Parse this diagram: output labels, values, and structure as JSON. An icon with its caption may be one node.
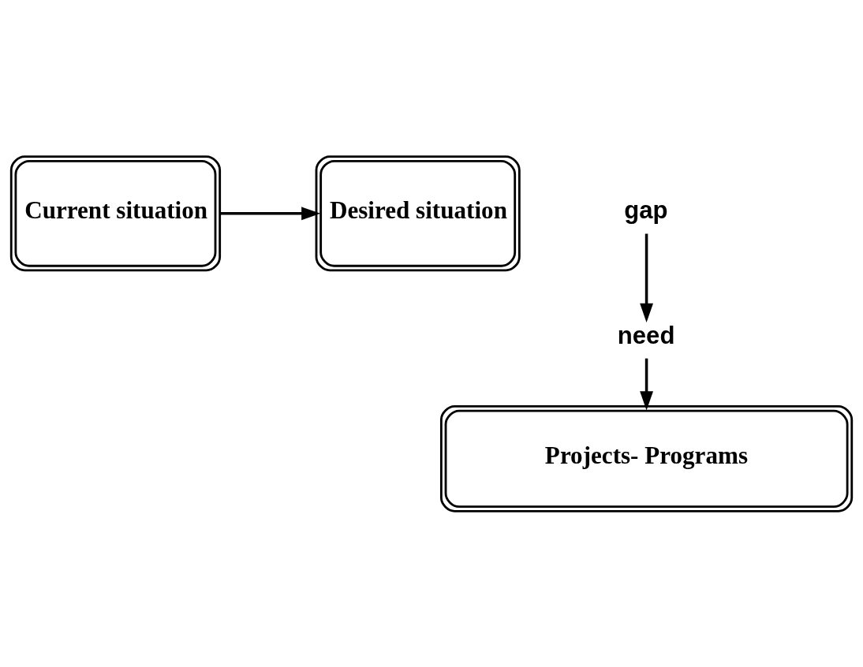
{
  "diagram": {
    "nodes": [
      {
        "text": [
          "Desired situation"
        ]
      },
      {
        "text": [
          "Current situation"
        ]
      },
      {
        "text": [
          "gap"
        ]
      },
      {
        "text": [
          "need"
        ]
      },
      {
        "text": [
          "Projects- Programs"
        ]
      }
    ],
    "edges": [
      {
        "from": 1,
        "to": 0,
        "arrow": "to"
      },
      {
        "from": 2,
        "to": 3,
        "arrow": "to"
      },
      {
        "from": 3,
        "to": 4,
        "arrow": "to"
      }
    ]
  }
}
